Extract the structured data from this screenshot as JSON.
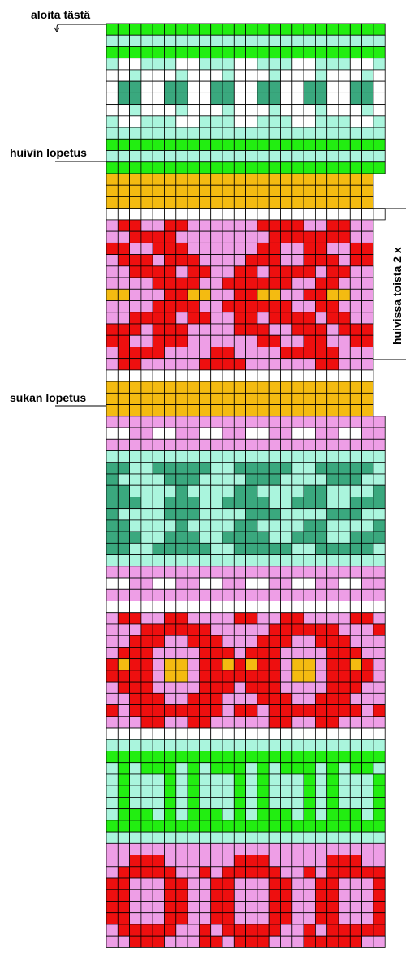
{
  "labels": {
    "start": "aloita tästä",
    "scarf_end": "huivin lopetus",
    "sock_end": "sukan lopetus",
    "repeat": "huivissa toista 2 x"
  },
  "palette": {
    "W": "#ffffff",
    "G": "#22ee11",
    "M": "#aaf5dd",
    "T": "#3aa87e",
    "Y": "#f4bb11",
    "R": "#ee0f0f",
    "P": "#ee9ee6"
  },
  "grid": {
    "columns": 24,
    "rows": [
      "GGGGGGGGGGGGGGGGGGGGGGGG",
      "MMMMMMMMMMMMMMMMMMMMMMMM",
      "GGGGGGGGGGGGGGGGGGGGGGGG",
      "MWWMMMWWMMMWWMMMWWMMMWWM",
      "WWMWWWMWWWMWWWMWWWMWWWMW",
      "WTTWWTTWWTTWWTTWWTTWWTTW",
      "WTTWWTTWWTTWWTTWWTTWWTTW",
      "WWMWWWMWWWMWWWMWWWMWWWMW",
      "MWWMMMWWMMMWWMMMWWMMMWWM",
      "MMMMMMMMMMMMMMMMMMMMMMMM",
      "GGGGGGGGGGGGGGGGGGGGGGGG",
      "MMMMMMMMMMMMMMMMMMMMMMMM",
      "GGGGGGGGGGGGGGGGGGGGGGGG",
      "YYYYYYYYYYYYYYYYYYYYYYY.",
      "YYYYYYYYYYYYYYYYYYYYYYY.",
      "YYYYYYYYYYYYYYYYYYYYYYY.",
      "WWWWWWWWWWWWWWWWWWWWWWWW",
      "PRRPPRRPPPPPPRRRRPPRRPP.",
      "PPRRRRPPPPPPPPRRRRRRRPP.",
      "RRPPRRRPPPPPPRRPPRRPPRR.",
      "PRRRPRRRPPPPRRRPPRRRPRR.",
      "PPRRRRPRRPPRRPRRRRPRRPP.",
      "PPPPRRRRPPRRRRRRPPRRPPP.",
      "YYPPPRRYYPPRRYYPPRRYYPP.",
      "PPPPRRRRPPRRRRRRPPRRPPP.",
      "PPRRRRPRRPPRRPRRRRPRRPP.",
      "RRRPRRRPPPPRRRPPRRRPRRR.",
      "RRPPRRRPPPPPPRRPPRRPPRR.",
      "PRRRRPPPPRRPPPPRRRRRPPP.",
      "PRRPPPPPRRRRPPPPPPRRPPP.",
      "WWWWWWWWWWWWWWWWWWWWWWW.",
      "YYYYYYYYYYYYYYYYYYYYYYY.",
      "YYYYYYYYYYYYYYYYYYYYYYY.",
      "YYYYYYYYYYYYYYYYYYYYYYY.",
      "PPPPPPPPPPPPPPPPPPPPPPPP",
      "WWPPWWPPWWPPWWPPWWPPWWPP",
      "PPPPPPPPPPPPPPPPPPPPPPPP",
      "MMMMMMMMMMMMMMMMMMMMMMMM",
      "TTMMTTTTTMMTTTTTMMTTTTTM",
      "TMMMMTTTMMMMTTTMMMMTTTMM",
      "TTMMMMTMMMMTTMMMMTTMMMMT",
      "TTTMMTTTMMTTTTMMTTTMMTTT",
      "TMMMMTTTMMMMTTTMMMMTTTMM",
      "TTMMMMTMMMMTTMMMMTTMMMMT",
      "TTTMMTTTMMTTTTMMTTTMMTTT",
      "TTMMTTTTTMMTTTTTMMTTTTTM",
      "MMMMMMMMMMMMMMMMMMMMMMMM",
      "PPPPPPPPPPPPPPPPPPPPPPPP",
      "WWPPWWPPWWPPWWPPWWPPWWPP",
      "PPPPPPPPPPPPPPPPPPPPPPPP",
      "WWWWWWWWWWWWWWWWWWWWWWWW",
      "PRRPPRRPPPPRRPPRRPPPPRRP",
      "PPPRRRRRRPPPPPRRRRRRPPPR",
      "PPRRRPPRRRPPPRRRPPRRRPPP",
      "PRRRPPPPRRRPRRRPPPPRRRPP",
      "RYRRPYYPRRYRYRRPYYPRRYRP",
      "RRRRPYYPRRRRRRRPYYPRRRRP",
      "PRRRPPPPRRRPRRRPPPPRRRPP",
      "PPRRRPPRRRPPPRRRPPRRRPPP",
      "RPRRRRRRRRPRRPRRRRRRRRPR",
      "PPPRRPPRRPPPPPRRPPRRPPPP",
      "WWWWWWWWWWWWWWWWWWWWWWWW",
      "MMMMMMMMMMMMMMMMMMMMMMMM",
      "GGGGGGGGGGGGGGGGGGGGGGGG",
      "MGMGGGMGMGGGMGMGGGMGMGGM",
      "MGMMMGMGMMMGMGMMMGMGMMMG",
      "MGMMMGMGMMMGMGMMMGMGMMMG",
      "MGMMMGMGMMMGMGMMMGMGMMMG",
      "MGGGMGMGGGMGMGGGMGMGGGMG",
      "GGGGGGGGGGGGGGGGGGGGGGGG",
      "MMMMMMMMMMMMMMMMMMMMMMMM",
      "PPPPPPPPPPPPPPPPPPPPPPPP",
      "PPRRRPPPPPPRRRPPPPPRRRPP",
      "PRRRRRPPRPRRRRRPPRPRRRRR",
      "RRPPPRRPPRRPPPRRPPRRPPPR",
      "RRPPPRRPPRRPPPRRPPRRPPPR",
      "RRPPPRRPPRRPPPRRPPRRPPPR",
      "RRPPPRRPPRRPPPRRPPRRPPPR",
      "PRRRRRPPRPRRRRRPPRPRRRRR",
      "PPRRRPPPRRPRRRPPPRRRRRPP"
    ]
  }
}
